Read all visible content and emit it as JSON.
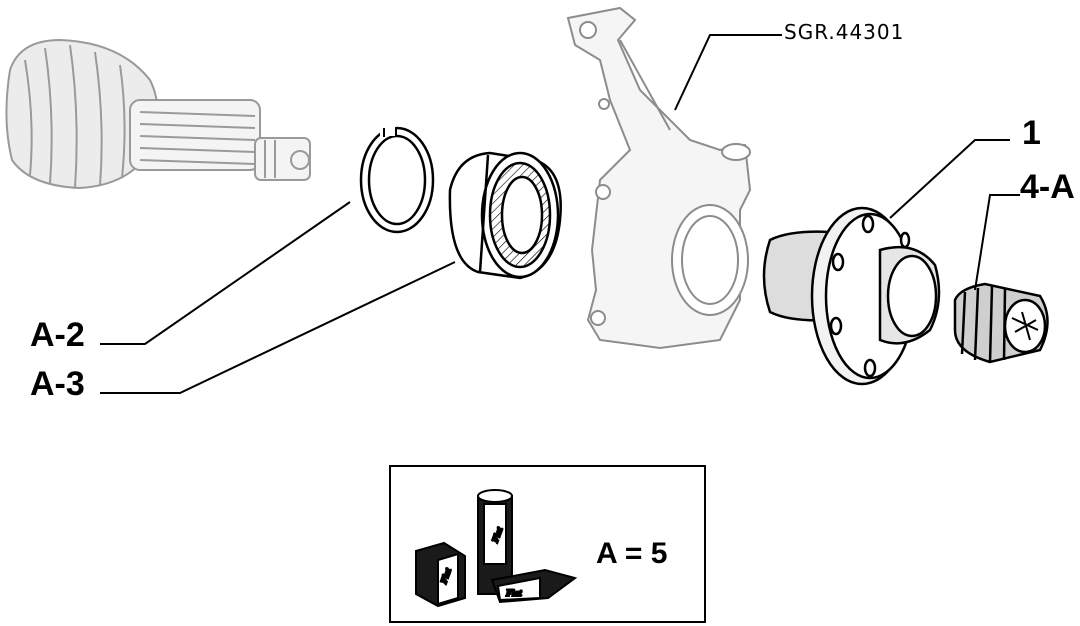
{
  "drawing": {
    "reference_code": "SGR.44301"
  },
  "callouts": {
    "hub": "1",
    "nut": "4-A",
    "snap_ring": "A-2",
    "bearing": "A-3"
  },
  "quantity_box": {
    "text": "A = 5",
    "package_brand": "Fiat"
  },
  "colors": {
    "line": "#000000",
    "part_shade": "#bdbdbd",
    "background": "#ffffff"
  }
}
